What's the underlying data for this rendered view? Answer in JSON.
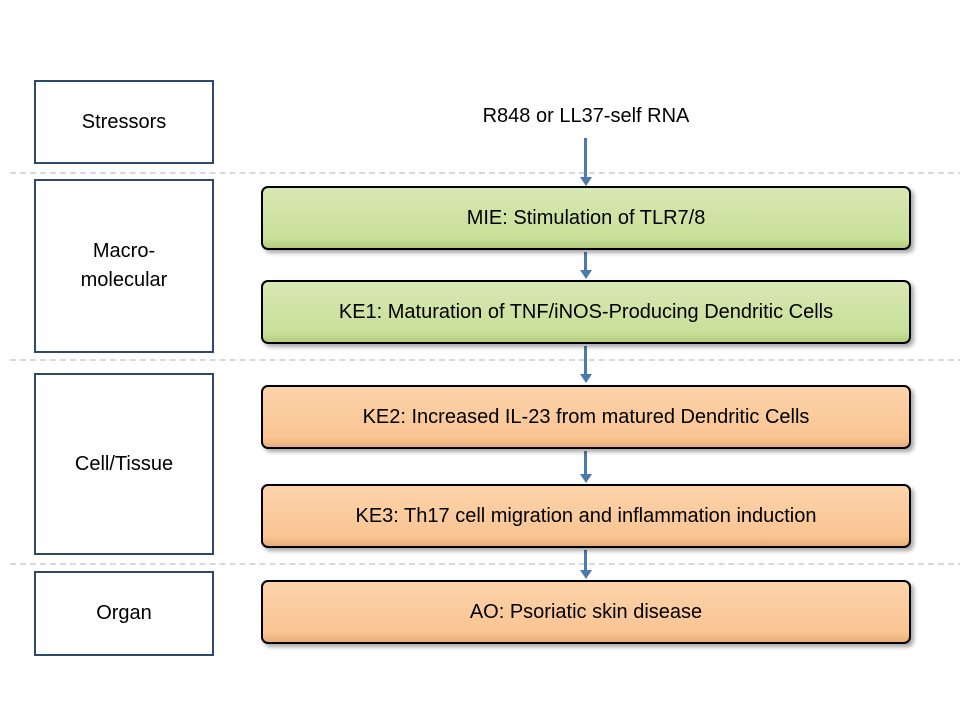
{
  "levels": {
    "stressors": "Stressors",
    "macro_line1": "Macro-",
    "macro_line2": "molecular",
    "cell_tissue": "Cell/Tissue",
    "organ": "Organ"
  },
  "stressor": "R848 or LL37-self RNA",
  "events": {
    "mie": "MIE: Stimulation of TLR7/8",
    "ke1": "KE1: Maturation of TNF/iNOS-Producing Dendritic Cells",
    "ke2": "KE2: Increased IL-23 from matured Dendritic Cells",
    "ke3": "KE3: Th17 cell migration and inflammation induction",
    "ao": "AO: Psoriatic skin disease"
  },
  "colors": {
    "green_fill": "#c8df98",
    "orange_fill": "#f9c492",
    "arrow": "#4a7ab0",
    "level_border": "#2e4a6b",
    "divider": "#d9d9d9"
  }
}
